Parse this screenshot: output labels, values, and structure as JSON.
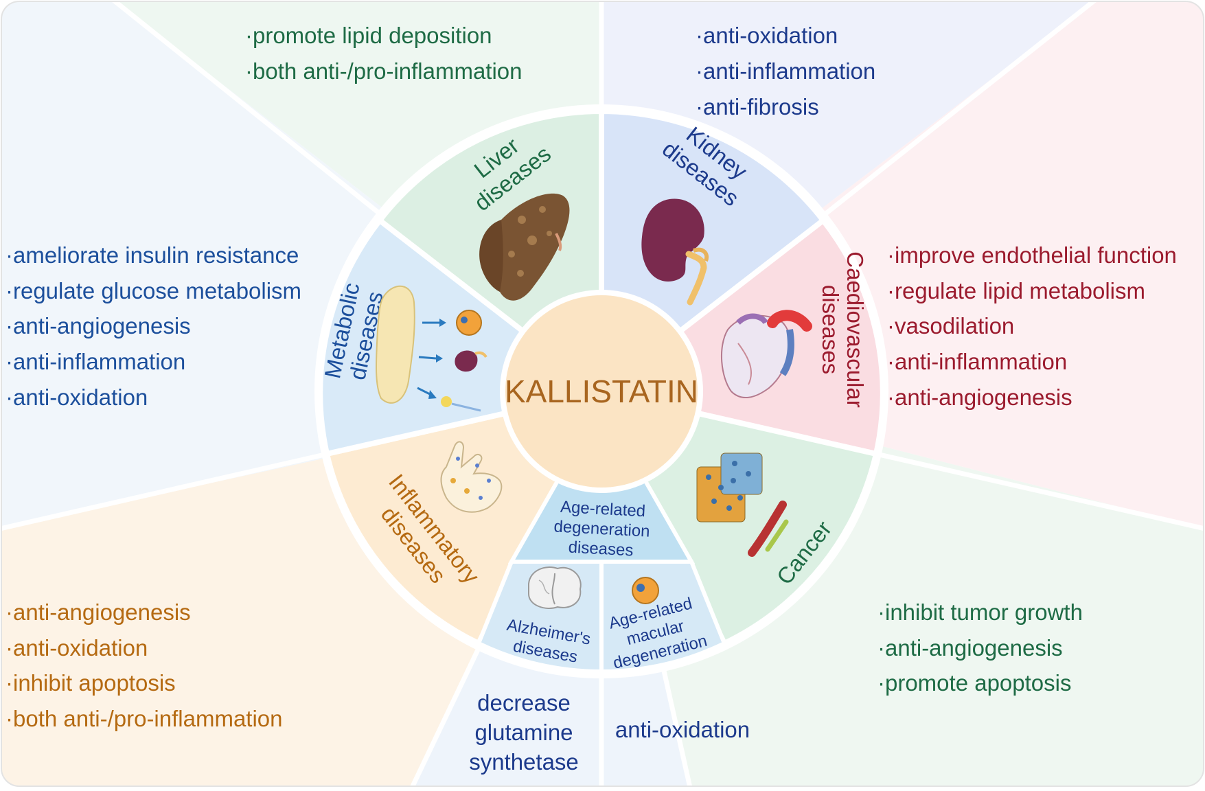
{
  "center": {
    "title": "KALLISTATIN"
  },
  "colors": {
    "liver_text": "#1e6b45",
    "kidney_text": "#1c3a8c",
    "cardio_text": "#9b1b2e",
    "cancer_text": "#1e6b45",
    "inflam_text": "#b56a12",
    "metab_text": "#1c4f9c",
    "age_text": "#1c3a8c",
    "center_fill": "#fbe4c4",
    "center_text": "#a8651f",
    "accent_blue": "#2a7abf"
  },
  "sectors": {
    "liver": {
      "label_lines": [
        "Liver",
        "diseases"
      ],
      "effects": [
        "·promote lipid deposition",
        "·both anti-/pro-inflammation"
      ]
    },
    "kidney": {
      "label_lines": [
        "Kidney",
        "diseases"
      ],
      "effects": [
        "·anti-oxidation",
        "·anti-inflammation",
        "·anti-fibrosis"
      ]
    },
    "cardio": {
      "label_lines": [
        "Caediovascular",
        "diseases"
      ],
      "effects": [
        "·improve endothelial function",
        "·regulate lipid metabolism",
        "·vasodilation",
        "·anti-inflammation",
        "·anti-angiogenesis"
      ]
    },
    "cancer": {
      "label_lines": [
        "Cancer"
      ],
      "effects": [
        "·inhibit tumor growth",
        "·anti-angiogenesis",
        "·promote apoptosis"
      ]
    },
    "inflammatory": {
      "label_lines": [
        "Inflammatory",
        "diseases"
      ],
      "effects": [
        "·anti-angiogenesis",
        "·anti-oxidation",
        "·inhibit apoptosis",
        "·both anti-/pro-inflammation"
      ]
    },
    "metabolic": {
      "label_lines": [
        "Metabolic",
        "diseases"
      ],
      "effects": [
        "·ameliorate insulin resistance",
        "·regulate glucose metabolism",
        "·anti-angiogenesis",
        "·anti-inflammation",
        "·anti-oxidation"
      ]
    },
    "age_related": {
      "label_lines": [
        "Age-related",
        "degeneration",
        "diseases"
      ],
      "alzheimer": {
        "label_lines": [
          "Alzheimer's",
          "diseases"
        ],
        "effects": [
          "decrease",
          "glutamine",
          "synthetase"
        ]
      },
      "macular": {
        "label_lines": [
          "Age-related",
          "macular",
          "degeneration"
        ],
        "effects": [
          "anti-oxidation"
        ]
      }
    }
  }
}
